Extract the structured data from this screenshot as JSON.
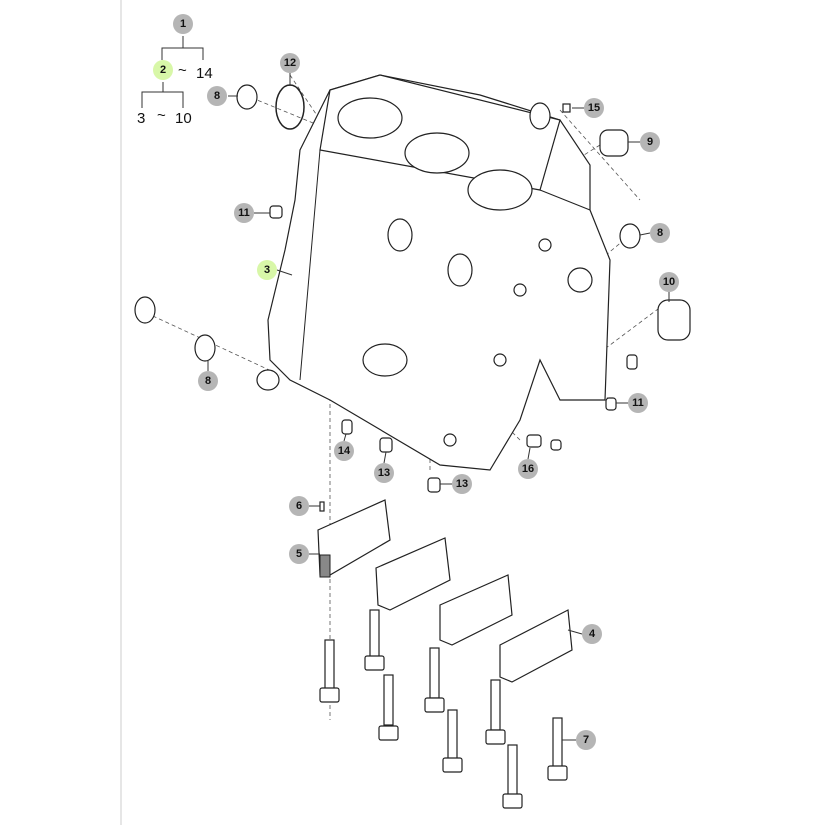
{
  "tree": {
    "root": "1",
    "level1_start": "2",
    "level1_sep": "~",
    "level1_end": "14",
    "level2_start": "3",
    "level2_sep": "~",
    "level2_end": "10"
  },
  "callouts": [
    "12",
    "8",
    "15",
    "9",
    "11",
    "8",
    "3",
    "10",
    "8",
    "11",
    "14",
    "13",
    "13",
    "16",
    "6",
    "5",
    "4",
    "7"
  ],
  "colors": {
    "callout": "#b5b5b5",
    "highlight": "#d8f7a8"
  }
}
